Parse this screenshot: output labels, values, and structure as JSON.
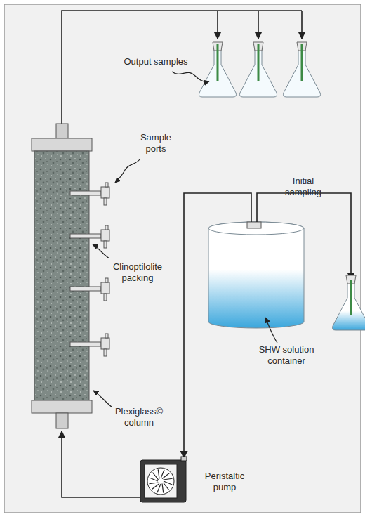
{
  "diagram": {
    "labels": [
      "Output samples",
      "Sample ports",
      "Initial sampling",
      "Clinoptilolite packing",
      "Plexiglass© column",
      "SHW solution container",
      "Peristaltic pump"
    ]
  }
}
